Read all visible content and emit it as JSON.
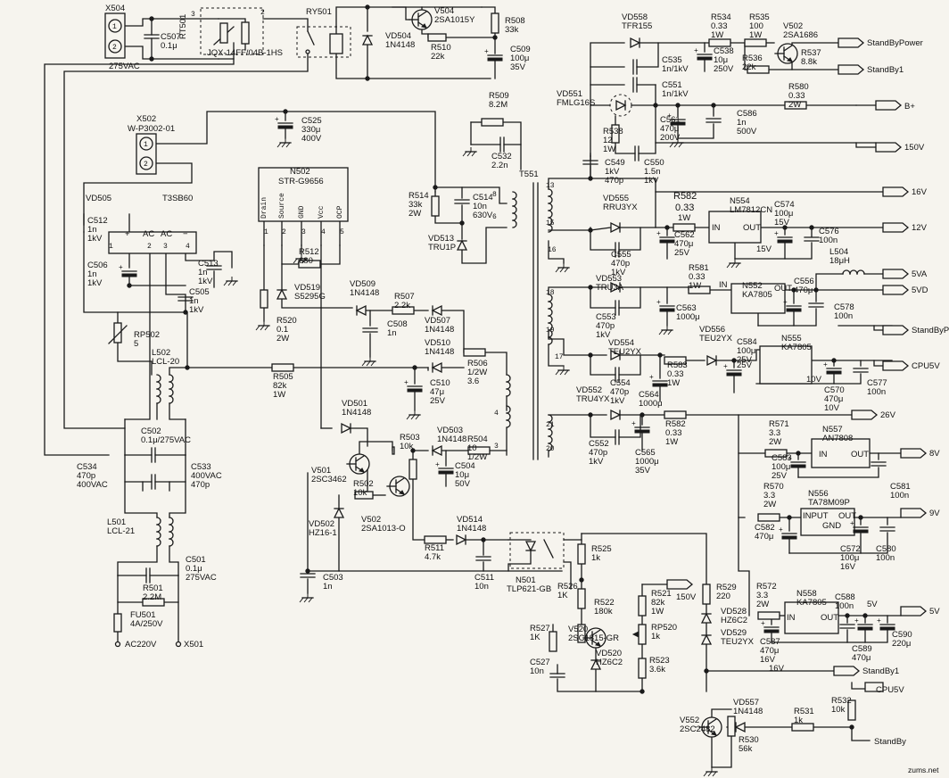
{
  "connectors": {
    "x504": {
      "ref": "X504",
      "pin1": "1",
      "pin2": "2",
      "value": "275VAC"
    },
    "x502": {
      "ref": "X502",
      "part": "W-P3002-01",
      "pin1": "1",
      "pin2": "2"
    },
    "x501": {
      "ref": "X501"
    },
    "ac_in": "AC220V"
  },
  "relay": {
    "ref": "RY501",
    "part": "JQX-14FF/04B-1HS",
    "rt_ref": "RT501",
    "pin3": "3",
    "pin1": "1",
    "pin2": "2"
  },
  "labels": [
    {
      "id": "c507",
      "ref": "C507",
      "value": "0.1μ"
    },
    {
      "id": "v504",
      "ref": "V504",
      "value": "2SA1015Y"
    },
    {
      "id": "vd504",
      "ref": "VD504",
      "value": "1N4148"
    },
    {
      "id": "r510",
      "ref": "R510",
      "value": "22k"
    },
    {
      "id": "r508",
      "ref": "R508",
      "value": "33k"
    },
    {
      "id": "c509",
      "ref": "C509",
      "value": "100μ",
      "v": "35V"
    },
    {
      "id": "c525",
      "ref": "C525",
      "value": "330μ",
      "v": "400V"
    },
    {
      "id": "r509",
      "ref": "R509",
      "value": "8.2M"
    },
    {
      "id": "c532",
      "ref": "C532",
      "value": "2.2n"
    },
    {
      "id": "r514",
      "ref": "R514",
      "value": "33k",
      "v": "2W"
    },
    {
      "id": "c514",
      "ref": "C514",
      "value": "10n",
      "v": "630V"
    },
    {
      "id": "vd513",
      "ref": "VD513",
      "value": "TRU1P"
    },
    {
      "id": "vd505",
      "ref": "VD505",
      "value": "T3SB60"
    },
    {
      "id": "c512",
      "ref": "C512",
      "value": "1n",
      "v": "1kV"
    },
    {
      "id": "c506",
      "ref": "C506",
      "value": "1n",
      "v": "1kV"
    },
    {
      "id": "c513",
      "ref": "C513",
      "value": "1n",
      "v": "1kV"
    },
    {
      "id": "c505",
      "ref": "C505",
      "value": "1n",
      "v": "1kV"
    },
    {
      "id": "rp502",
      "ref": "RP502",
      "value": "5"
    },
    {
      "id": "l502",
      "ref": "L502",
      "value": "LCL-20"
    },
    {
      "id": "r505",
      "ref": "R505",
      "value": "82k",
      "v": "1W"
    },
    {
      "id": "c502",
      "ref": "C502",
      "value": "0.1μ/275VAC"
    },
    {
      "id": "c534",
      "ref": "C534",
      "value": "470p",
      "v": "400VAC"
    },
    {
      "id": "c533",
      "ref": "C533",
      "value": "400VAC",
      "v": "470p"
    },
    {
      "id": "l501",
      "ref": "L501",
      "value": "LCL-21"
    },
    {
      "id": "c501",
      "ref": "C501",
      "value": "0.1μ",
      "v": "275VAC"
    },
    {
      "id": "r501",
      "ref": "R501",
      "value": "2.2M"
    },
    {
      "id": "fu501",
      "ref": "FU501",
      "value": "4A/250V"
    },
    {
      "id": "r512",
      "ref": "R512",
      "value": "680"
    },
    {
      "id": "vd519",
      "ref": "VD519",
      "value": "S5295G"
    },
    {
      "id": "r520",
      "ref": "R520",
      "value": "0.1",
      "v": "2W"
    },
    {
      "id": "vd509",
      "ref": "VD509",
      "value": "1N4148"
    },
    {
      "id": "r507",
      "ref": "R507",
      "value": "2.2k"
    },
    {
      "id": "c508",
      "ref": "C508",
      "value": "1n"
    },
    {
      "id": "vd507",
      "ref": "VD507",
      "value": "1N4148"
    },
    {
      "id": "vd510",
      "ref": "VD510",
      "value": "1N4148"
    },
    {
      "id": "r506",
      "ref": "R506",
      "value": "1/2W",
      "v": "3.6"
    },
    {
      "id": "c510",
      "ref": "C510",
      "value": "47μ",
      "v": "25V"
    },
    {
      "id": "vd501",
      "ref": "VD501",
      "value": "1N4148"
    },
    {
      "id": "v501",
      "ref": "V501",
      "value": "2SC3462"
    },
    {
      "id": "r502",
      "ref": "R502",
      "value": "10k"
    },
    {
      "id": "v502",
      "ref": "V502",
      "value": "2SA1013-O"
    },
    {
      "id": "vd502",
      "ref": "VD502",
      "value": "HZ16-1"
    },
    {
      "id": "r503",
      "ref": "R503",
      "value": "10k"
    },
    {
      "id": "vd503",
      "ref": "VD503",
      "value": "1N4148"
    },
    {
      "id": "r504",
      "ref": "R504",
      "value": "10",
      "v": "1/2W"
    },
    {
      "id": "c504",
      "ref": "C504",
      "value": "10μ",
      "v": "50V"
    },
    {
      "id": "c503",
      "ref": "C503",
      "value": "1n"
    },
    {
      "id": "vd514",
      "ref": "VD514",
      "value": "1N4148"
    },
    {
      "id": "r511",
      "ref": "R511",
      "value": "4.7k"
    },
    {
      "id": "c511",
      "ref": "C511",
      "value": "10n"
    },
    {
      "id": "n501",
      "ref": "N501",
      "value": "TLP621-GB"
    },
    {
      "id": "r525",
      "ref": "R525",
      "value": "1k"
    },
    {
      "id": "r526",
      "ref": "R526",
      "value": "1K"
    },
    {
      "id": "r522",
      "ref": "R522",
      "value": "180k"
    },
    {
      "id": "r527",
      "ref": "R527",
      "value": "1K"
    },
    {
      "id": "v520",
      "ref": "V520",
      "value": "2SC1815-GR"
    },
    {
      "id": "c527",
      "ref": "C527",
      "value": "10n"
    },
    {
      "id": "vd520",
      "ref": "VD520",
      "value": "HZ6C2"
    },
    {
      "id": "r521",
      "ref": "R521",
      "value": "82k",
      "v": "1W"
    },
    {
      "id": "rp520",
      "ref": "RP520",
      "value": "1k"
    },
    {
      "id": "r523",
      "ref": "R523",
      "value": "3.6k"
    },
    {
      "id": "r529",
      "ref": "R529",
      "value": "220"
    },
    {
      "id": "vd528",
      "ref": "VD528",
      "value": "HZ6C2"
    },
    {
      "id": "vd529",
      "ref": "VD529",
      "value": "TEU2YX"
    },
    {
      "id": "vd558",
      "ref": "VD558",
      "value": "TFR155"
    },
    {
      "id": "c535",
      "ref": "C535",
      "value": "1n/1kV"
    },
    {
      "id": "c551",
      "ref": "C551",
      "value": "1n/1kV"
    },
    {
      "id": "vd551",
      "ref": "VD551",
      "value": "FMLG16S"
    },
    {
      "id": "r538",
      "ref": "R538",
      "value": "12",
      "v": "1W"
    },
    {
      "id": "c549",
      "ref": "C549",
      "value": "1kV",
      "v": "470p"
    },
    {
      "id": "c550",
      "ref": "C550",
      "value": "1.5n",
      "v": "1kV"
    },
    {
      "id": "r534",
      "ref": "R534",
      "value": "0.33",
      "v": "1W"
    },
    {
      "id": "c538",
      "ref": "C538",
      "value": "10μ",
      "v": "250V"
    },
    {
      "id": "r535",
      "ref": "R535",
      "value": "100",
      "v": "1W"
    },
    {
      "id": "v502b",
      "ref": "V502",
      "value": "2SA1686"
    },
    {
      "id": "r536",
      "ref": "R536",
      "value": "22k"
    },
    {
      "id": "r537",
      "ref": "R537",
      "value": "8.8k"
    },
    {
      "id": "c561",
      "ref": "C561",
      "value": "470μ",
      "v": "200V"
    },
    {
      "id": "c586",
      "ref": "C586",
      "value": "1n",
      "v": "500V"
    },
    {
      "id": "r580",
      "ref": "R580",
      "value": "0.33",
      "v": "2W"
    },
    {
      "id": "t551",
      "ref": "T551",
      "value": ""
    },
    {
      "id": "r582",
      "ref": "R582",
      "value": "0.33",
      "v": "1W"
    },
    {
      "id": "n554",
      "ref": "N554",
      "value": "LM7812CN"
    },
    {
      "id": "c574",
      "ref": "C574",
      "value": "100μ",
      "v": "15V"
    },
    {
      "id": "c576",
      "ref": "C576",
      "value": "100n"
    },
    {
      "id": "vd555",
      "ref": "VD555",
      "value": "RRU3YX"
    },
    {
      "id": "c555",
      "ref": "C555",
      "value": "470p",
      "v": "1kV"
    },
    {
      "id": "c562",
      "ref": "C562",
      "value": "470μ",
      "v": "25V"
    },
    {
      "id": "r581",
      "ref": "R581",
      "value": "0.33",
      "v": "1W"
    },
    {
      "id": "n552",
      "ref": "N552",
      "value": "KA7805"
    },
    {
      "id": "c556",
      "ref": "C556",
      "value": "470μ"
    },
    {
      "id": "c578",
      "ref": "C578",
      "value": "100n"
    },
    {
      "id": "l504",
      "ref": "L504",
      "value": "18μH"
    },
    {
      "id": "vd553",
      "ref": "VD553",
      "value": "TRU3A"
    },
    {
      "id": "c553",
      "ref": "C553",
      "value": "470p",
      "v": "1kV"
    },
    {
      "id": "c563",
      "ref": "C563",
      "value": "1000μ"
    },
    {
      "id": "vd554",
      "ref": "VD554",
      "value": "TEU2YX"
    },
    {
      "id": "c554",
      "ref": "C554",
      "value": "470p",
      "v": "1kV"
    },
    {
      "id": "r583",
      "ref": "R583",
      "value": "0.33",
      "v": "1W"
    },
    {
      "id": "c564",
      "ref": "C564",
      "value": "1000μ"
    },
    {
      "id": "vd556",
      "ref": "VD556",
      "value": "TEU2YX"
    },
    {
      "id": "c584",
      "ref": "C584",
      "value": "100μ",
      "v": "25V"
    },
    {
      "id": "n555",
      "ref": "N555",
      "value": "KA7805"
    },
    {
      "id": "c570",
      "ref": "C570",
      "value": "470μ",
      "v": "10V"
    },
    {
      "id": "c577",
      "ref": "C577",
      "value": "100n"
    },
    {
      "id": "vd552",
      "ref": "VD552",
      "value": "TRU4YX"
    },
    {
      "id": "c552",
      "ref": "C552",
      "value": "470p",
      "v": "1kV"
    },
    {
      "id": "c565",
      "ref": "C565",
      "value": "1000μ",
      "v": "35V"
    },
    {
      "id": "r582b",
      "ref": "R582",
      "value": "0.33",
      "v": "1W"
    },
    {
      "id": "r571",
      "ref": "R571",
      "value": "3.3",
      "v": "2W"
    },
    {
      "id": "n557",
      "ref": "N557",
      "value": "AN7808"
    },
    {
      "id": "c583",
      "ref": "C583",
      "value": "100μ",
      "v": "25V"
    },
    {
      "id": "c581",
      "ref": "C581",
      "value": "100n"
    },
    {
      "id": "r570",
      "ref": "R570",
      "value": "3.3",
      "v": "2W"
    },
    {
      "id": "n556",
      "ref": "N556",
      "value": "TA78M09P"
    },
    {
      "id": "c582",
      "ref": "C582",
      "value": "470μ"
    },
    {
      "id": "c572",
      "ref": "C572",
      "value": "100μ",
      "v": "16V"
    },
    {
      "id": "c580",
      "ref": "C580",
      "value": "100n"
    },
    {
      "id": "r572",
      "ref": "R572",
      "value": "3.3",
      "v": "2W"
    },
    {
      "id": "n558",
      "ref": "N558",
      "value": "KA7805"
    },
    {
      "id": "c588",
      "ref": "C588",
      "value": "100n"
    },
    {
      "id": "c587",
      "ref": "C587",
      "value": "470μ",
      "v": "16V"
    },
    {
      "id": "c589",
      "ref": "C589",
      "value": "470μ"
    },
    {
      "id": "c590",
      "ref": "C590",
      "value": "220μ"
    },
    {
      "id": "v552",
      "ref": "V552",
      "value": "2SC2482"
    },
    {
      "id": "vd557",
      "ref": "VD557",
      "value": "1N4148"
    },
    {
      "id": "r530",
      "ref": "R530",
      "value": "56k"
    },
    {
      "id": "r531",
      "ref": "R531",
      "value": "1k"
    },
    {
      "id": "r532",
      "ref": "R532",
      "value": "10k"
    }
  ],
  "ic_n502": {
    "ref": "N502",
    "part": "STR-G9656",
    "pins": [
      "Drain",
      "Source",
      "GND",
      "Vcc",
      "OCP"
    ],
    "nums": [
      "1",
      "2",
      "3",
      "4",
      "5"
    ]
  },
  "bridge": {
    "plus": "+",
    "ac1": "AC",
    "ac2": "AC",
    "minus": "−",
    "p1": "1",
    "p2": "2",
    "p3": "3",
    "p4": "4"
  },
  "transformer": {
    "pins": [
      "13",
      "15",
      "16",
      "18",
      "19",
      "17",
      "21",
      "20",
      "8",
      "6",
      "4",
      "3"
    ]
  },
  "regulator_pins": {
    "in": "IN",
    "out": "OUT",
    "gnd": "GND",
    "input": "INPUT"
  },
  "outputs": [
    {
      "id": "standby_power",
      "label": "StandByPower"
    },
    {
      "id": "standby1",
      "label": "StandBy1"
    },
    {
      "id": "bplus",
      "label": "B+"
    },
    {
      "id": "v150",
      "label": "150V"
    },
    {
      "id": "v16",
      "label": "16V"
    },
    {
      "id": "v12",
      "label": "12V"
    },
    {
      "id": "v5va",
      "label": "5VA"
    },
    {
      "id": "v5vd",
      "label": "5VD"
    },
    {
      "id": "standby_power2",
      "label": "StandByPower"
    },
    {
      "id": "cpu5v",
      "label": "CPU5V"
    },
    {
      "id": "v26",
      "label": "26V"
    },
    {
      "id": "v8",
      "label": "8V"
    },
    {
      "id": "v9",
      "label": "9V"
    },
    {
      "id": "v5",
      "label": "5V"
    },
    {
      "id": "standby1b",
      "label": "StandBy1"
    },
    {
      "id": "cpu5v_in",
      "label": "CPU5V"
    },
    {
      "id": "standby",
      "label": "StandBy"
    },
    {
      "id": "v150_in",
      "label": "150V"
    }
  ],
  "misc": {
    "r582_big": "R582",
    "r582_big_val": "0.33",
    "r582_big_w": "1W",
    "v25": "25V",
    "v10": "10V",
    "v15": "15V",
    "v16": "16V",
    "v5": "5V",
    "watermark": "zums.net"
  }
}
